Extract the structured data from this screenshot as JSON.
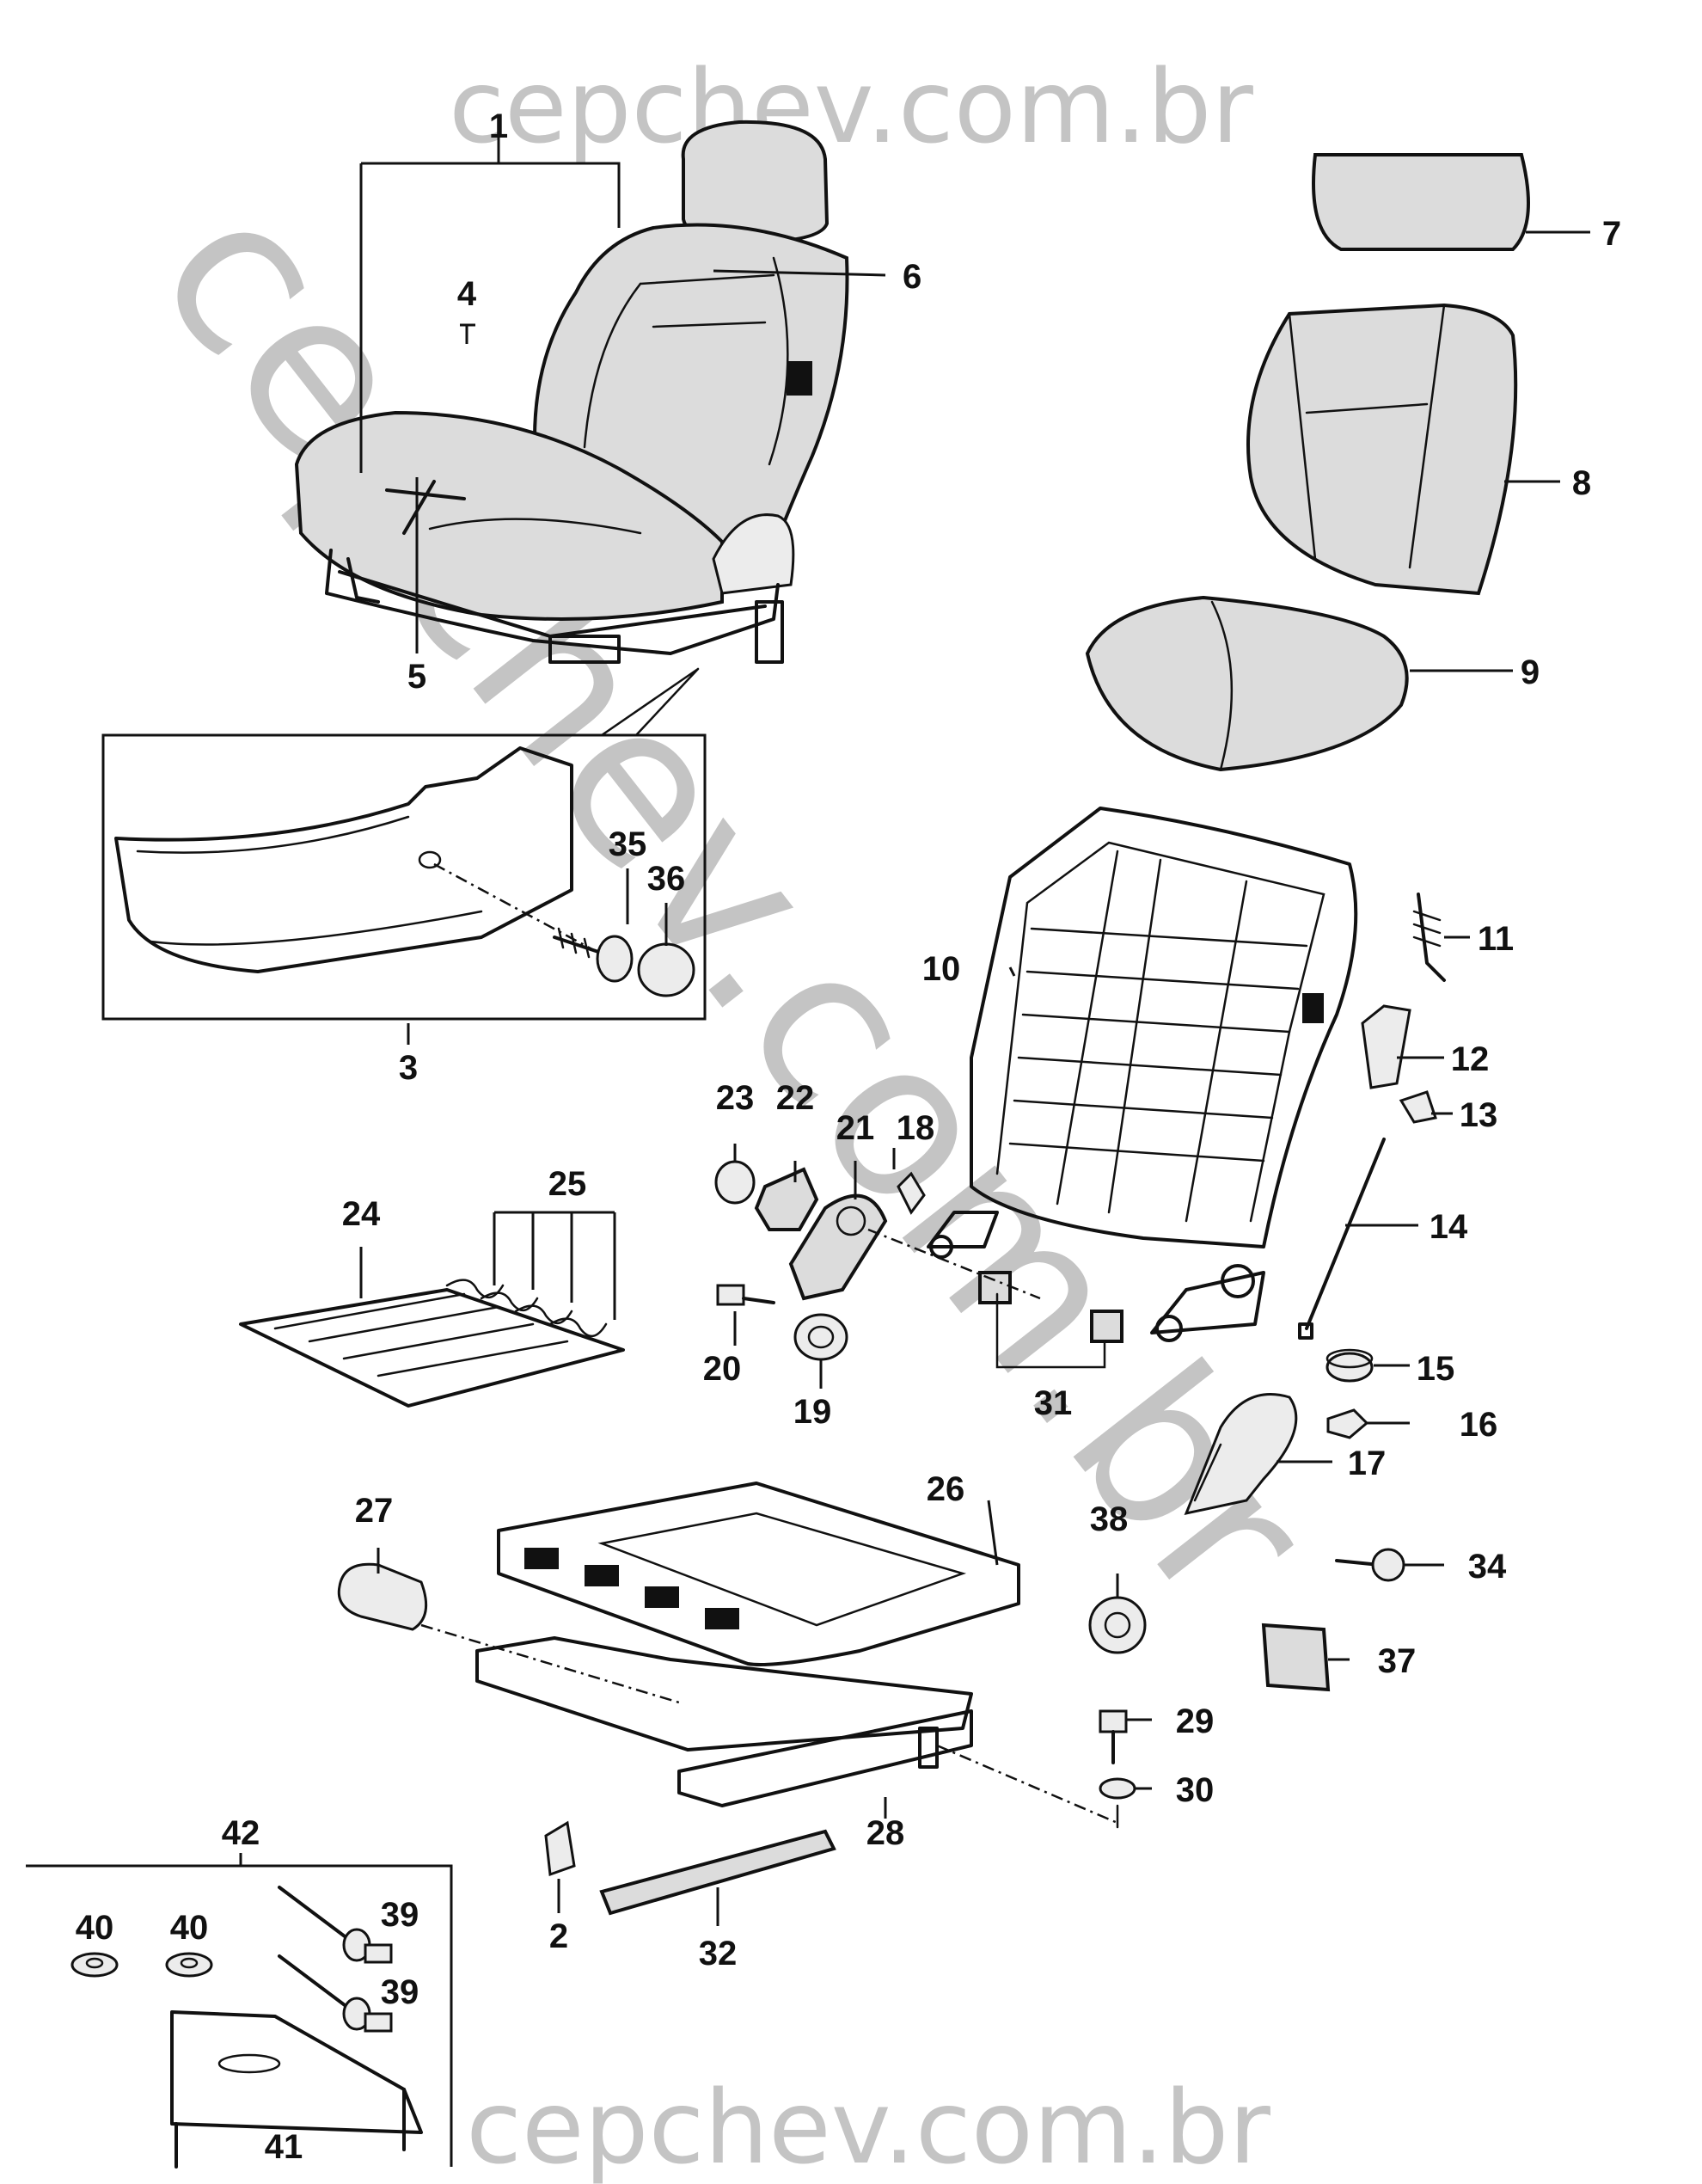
{
  "watermark": {
    "top_text": "cepchev.com.br",
    "bottom_text": "cepchev.com.br",
    "diagonal_text": "cepchev.com.br",
    "color": "#c4c4c4"
  },
  "callouts": [
    {
      "id": "c1",
      "number": "1"
    },
    {
      "id": "c2",
      "number": "2"
    },
    {
      "id": "c3",
      "number": "3"
    },
    {
      "id": "c4",
      "number": "4"
    },
    {
      "id": "c5",
      "number": "5"
    },
    {
      "id": "c6",
      "number": "6"
    },
    {
      "id": "c7",
      "number": "7"
    },
    {
      "id": "c8",
      "number": "8"
    },
    {
      "id": "c9",
      "number": "9"
    },
    {
      "id": "c10",
      "number": "10"
    },
    {
      "id": "c11",
      "number": "11"
    },
    {
      "id": "c12",
      "number": "12"
    },
    {
      "id": "c13",
      "number": "13"
    },
    {
      "id": "c14",
      "number": "14"
    },
    {
      "id": "c15",
      "number": "15"
    },
    {
      "id": "c16",
      "number": "16"
    },
    {
      "id": "c17",
      "number": "17"
    },
    {
      "id": "c18",
      "number": "18"
    },
    {
      "id": "c19",
      "number": "19"
    },
    {
      "id": "c20",
      "number": "20"
    },
    {
      "id": "c21",
      "number": "21"
    },
    {
      "id": "c22",
      "number": "22"
    },
    {
      "id": "c23",
      "number": "23"
    },
    {
      "id": "c24",
      "number": "24"
    },
    {
      "id": "c25",
      "number": "25"
    },
    {
      "id": "c26",
      "number": "26"
    },
    {
      "id": "c27",
      "number": "27"
    },
    {
      "id": "c28",
      "number": "28"
    },
    {
      "id": "c29",
      "number": "29"
    },
    {
      "id": "c30",
      "number": "30"
    },
    {
      "id": "c31",
      "number": "31"
    },
    {
      "id": "c32",
      "number": "32"
    },
    {
      "id": "c34",
      "number": "34"
    },
    {
      "id": "c35",
      "number": "35"
    },
    {
      "id": "c36",
      "number": "36"
    },
    {
      "id": "c37",
      "number": "37"
    },
    {
      "id": "c38",
      "number": "38"
    },
    {
      "id": "c39a",
      "number": "39"
    },
    {
      "id": "c39b",
      "number": "39"
    },
    {
      "id": "c40a",
      "number": "40"
    },
    {
      "id": "c40b",
      "number": "40"
    },
    {
      "id": "c41",
      "number": "41"
    },
    {
      "id": "c42",
      "number": "42"
    }
  ]
}
